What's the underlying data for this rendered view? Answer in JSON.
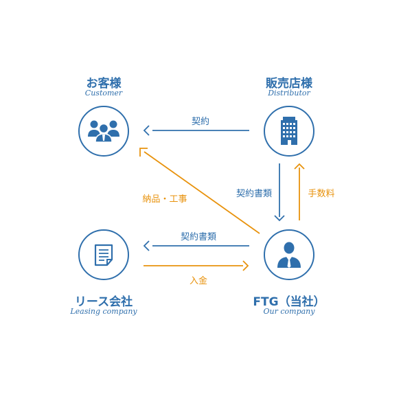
{
  "nodes": {
    "customer": {
      "title": "お客様",
      "subtitle": "Customer",
      "icon": "people-group-icon"
    },
    "distributor": {
      "title": "販売店様",
      "subtitle": "Distributor",
      "icon": "office-building-icon"
    },
    "leasing": {
      "title": "リース会社",
      "subtitle": "Leasing company",
      "icon": "document-icon"
    },
    "ftg": {
      "title": "FTG（当社）",
      "subtitle": "Our company",
      "icon": "businessman-icon"
    }
  },
  "edges": {
    "distributor_to_customer": {
      "label": "契約"
    },
    "ftg_to_customer": {
      "label": "納品・工事"
    },
    "distributor_to_ftg": {
      "label": "契約書類"
    },
    "ftg_to_distributor": {
      "label": "手数料"
    },
    "ftg_to_leasing": {
      "label": "契約書類"
    },
    "leasing_to_ftg": {
      "label": "入金"
    }
  },
  "colors": {
    "primary_blue": "#2f6fac",
    "accent_orange": "#e8920c"
  }
}
